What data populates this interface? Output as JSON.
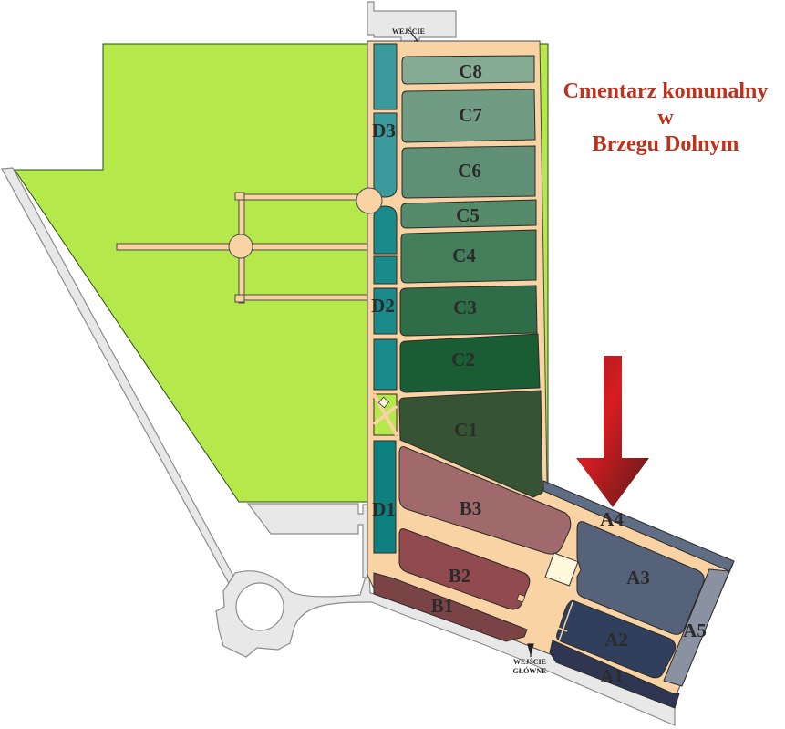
{
  "title": {
    "line1": "Cmentarz komunalny",
    "line2": "w",
    "line3": "Brzegu Dolnym"
  },
  "entrances": {
    "top": "WEJŚCIE",
    "main_line1": "WEJŚCIE",
    "main_line2": "GŁÓWNE"
  },
  "sections": {
    "C8": {
      "label": "C8",
      "color": "#86ab95"
    },
    "C7": {
      "label": "C7",
      "color": "#6f9c82"
    },
    "C6": {
      "label": "C6",
      "color": "#5f8f74"
    },
    "C5": {
      "label": "C5",
      "color": "#558a6b"
    },
    "C4": {
      "label": "C4",
      "color": "#447e5a"
    },
    "C3": {
      "label": "C3",
      "color": "#2f6c48"
    },
    "C2": {
      "label": "C2",
      "color": "#1a5c33"
    },
    "C1": {
      "label": "C1",
      "color": "#365433"
    },
    "B3": {
      "label": "B3",
      "color": "#a06a6c"
    },
    "B2": {
      "label": "B2",
      "color": "#914a4f"
    },
    "B1": {
      "label": "B1",
      "color": "#7a4446"
    },
    "A1": {
      "label": "A1",
      "color": "#2e3651"
    },
    "A2": {
      "label": "A2",
      "color": "#2f3f5c"
    },
    "A3": {
      "label": "A3",
      "color": "#556279"
    },
    "A4": {
      "label": "A4",
      "color": "#5f6e85"
    },
    "A5": {
      "label": "A5",
      "color": "#8a91a1"
    },
    "D1": {
      "label": "D1",
      "color": "#0f8080"
    },
    "D2": {
      "label": "D2",
      "color": "#1a8a8a"
    },
    "D3": {
      "label": "D3",
      "color": "#3a9a9c"
    }
  },
  "colors": {
    "lawn": "#b5e84a",
    "path": "#f9d3a3",
    "road": "#e8e8e8",
    "arrow": "#c41e22",
    "title": "#c0301a"
  },
  "marker": {
    "icon": "location-arrow-icon",
    "points_to": "A4"
  }
}
